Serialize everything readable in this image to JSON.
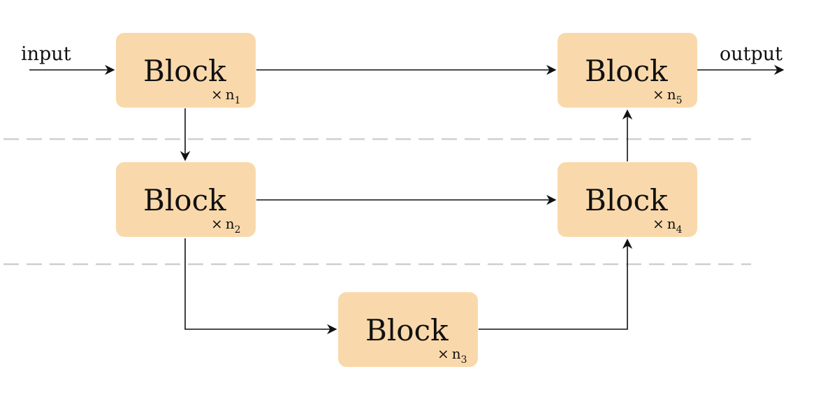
{
  "io": {
    "input_label": "input",
    "output_label": "output"
  },
  "blocks": [
    {
      "id": "block-1",
      "label": "Block",
      "times": "×",
      "rep": "n",
      "sub": "1"
    },
    {
      "id": "block-2",
      "label": "Block",
      "times": "×",
      "rep": "n",
      "sub": "2"
    },
    {
      "id": "block-3",
      "label": "Block",
      "times": "×",
      "rep": "n",
      "sub": "3"
    },
    {
      "id": "block-4",
      "label": "Block",
      "times": "×",
      "rep": "n",
      "sub": "4"
    },
    {
      "id": "block-5",
      "label": "Block",
      "times": "×",
      "rep": "n",
      "sub": "5"
    }
  ],
  "colors": {
    "block_fill": "#f9d9ab",
    "divider": "#cfcfcf",
    "edge": "#111111"
  }
}
